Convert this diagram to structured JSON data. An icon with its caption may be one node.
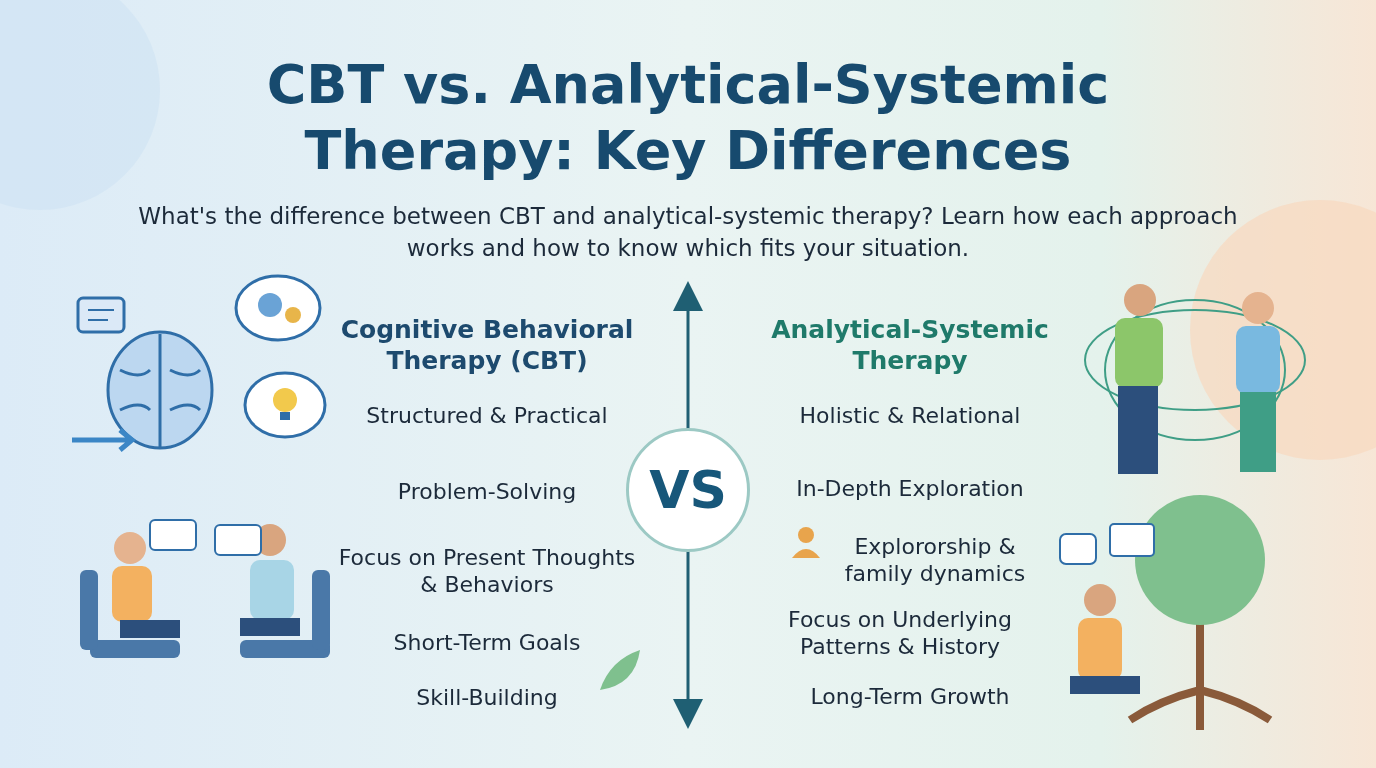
{
  "diagram": {
    "title": "CBT vs. Analytical-Systemic Therapy: Key Differences",
    "nodes": [
      {
        "text": [
          "VS"
        ]
      }
    ],
    "labels": [
      "What's the difference between CBT and analytical-systemic therapy? Learn how each approach works and how to know which fits your situation.",
      "Cognitive Behavioral Therapy (CBT)",
      "Analytical-Systemic Therapy",
      "Structured & Practical",
      "Holistic & Relational",
      "Problem-Solving",
      "In-Depth Exploration",
      "Focus on Present Thoughts & Behaviors",
      "Explororship & family dynamics",
      "Short-Term Goals",
      "Focus on Underlying Patterns & History",
      "Skill-Building",
      "Long-Term Growth"
    ]
  }
}
